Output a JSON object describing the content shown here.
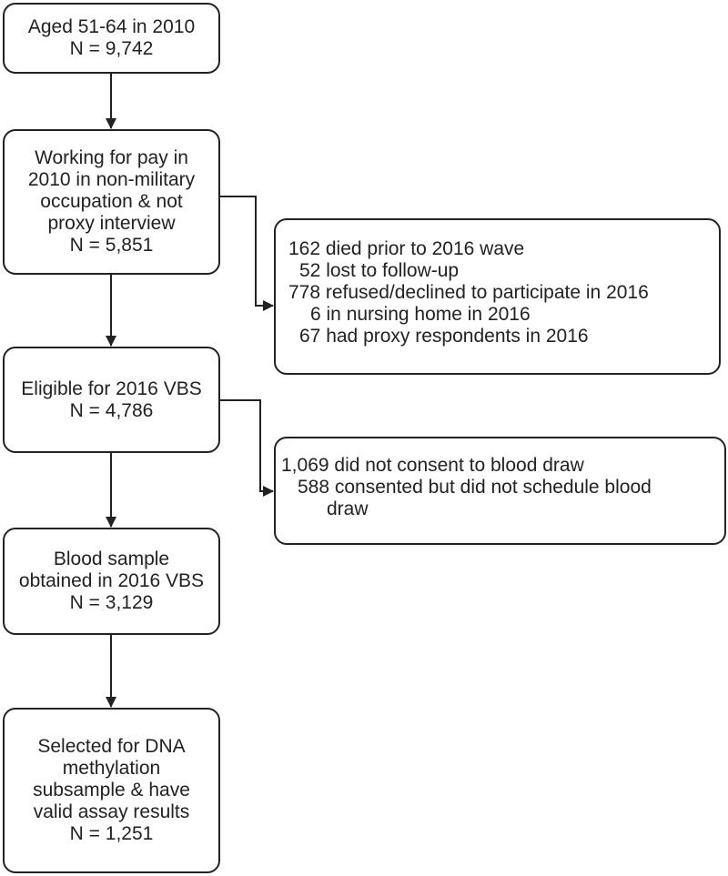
{
  "flow": {
    "box1": {
      "lines": [
        "Aged 51-64 in 2010",
        "N = 9,742"
      ]
    },
    "box2": {
      "lines": [
        "Working for pay in",
        "2010 in non-military",
        "occupation & not",
        "proxy interview",
        "N = 5,851"
      ]
    },
    "box3": {
      "lines": [
        "Eligible for 2016 VBS",
        "N = 4,786"
      ]
    },
    "box4": {
      "lines": [
        "Blood sample",
        "obtained in 2016 VBS",
        "N = 3,129"
      ]
    },
    "box5": {
      "lines": [
        "Selected for DNA",
        "methylation",
        "subsample & have",
        "valid assay results",
        "N = 1,251"
      ]
    }
  },
  "exclusions": {
    "excl1": {
      "lines": [
        "162 died prior to 2016 wave",
        "52 lost to follow-up",
        "778 refused/declined to participate in 2016",
        "6 in nursing home in 2016",
        "67 had proxy respondents in 2016"
      ]
    },
    "excl2": {
      "lines": [
        "1,069 did not consent to blood draw",
        "588 consented but did not schedule blood",
        "draw"
      ]
    }
  },
  "colors": {
    "stroke": "#222222",
    "background": "#ffffff"
  }
}
